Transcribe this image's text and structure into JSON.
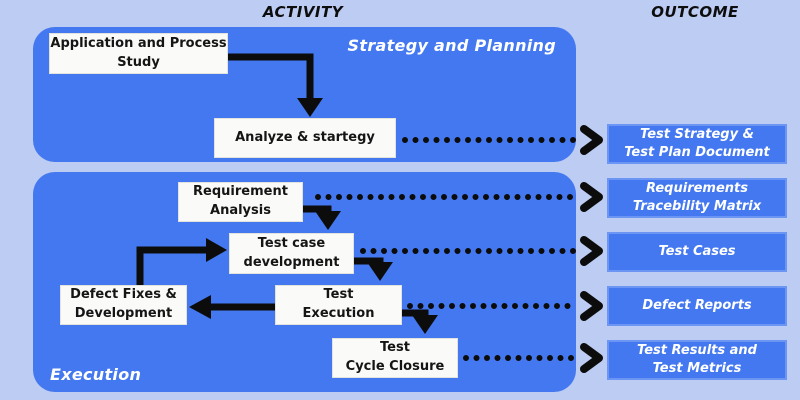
{
  "palette": {
    "background": "#bdccf2",
    "panel": "#4478f0",
    "node_fill": "#fafaf8",
    "node_text": "#151515",
    "outcome_text": "#ffffff",
    "arrow": "#0c0c0c"
  },
  "columns": {
    "activity": "ACTIVITY",
    "outcome": "OUTCOME"
  },
  "phases": [
    {
      "id": "strategy-and-planning",
      "label": "Strategy and Planning"
    },
    {
      "id": "execution",
      "label": "Execution"
    }
  ],
  "activity_nodes": [
    {
      "id": "app-process-study",
      "label": "Application and Process\nStudy"
    },
    {
      "id": "analyze-strategy",
      "label": "Analyze & startegy"
    },
    {
      "id": "requirement-analysis",
      "label": "Requirement\nAnalysis"
    },
    {
      "id": "test-case-development",
      "label": "Test case\ndevelopment"
    },
    {
      "id": "defect-fixes-development",
      "label": "Defect Fixes &\nDevelopment"
    },
    {
      "id": "test-execution",
      "label": "Test\nExecution"
    },
    {
      "id": "test-cycle-closure",
      "label": "Test\nCycle Closure"
    }
  ],
  "outcome_nodes": [
    {
      "id": "test-strategy-plan-doc",
      "label": "Test Strategy &\nTest Plan Document"
    },
    {
      "id": "requirements-traceability-matrix",
      "label": "Requirements\nTracebility Matrix"
    },
    {
      "id": "test-cases",
      "label": "Test Cases"
    },
    {
      "id": "defect-reports",
      "label": "Defect Reports"
    },
    {
      "id": "test-results-metrics",
      "label": "Test Results and\nTest Metrics"
    }
  ],
  "edges": [
    {
      "from": "app-process-study",
      "to": "analyze-strategy",
      "style": "solid"
    },
    {
      "from": "requirement-analysis",
      "to": "test-case-development",
      "style": "solid"
    },
    {
      "from": "test-case-development",
      "to": "test-execution",
      "style": "solid"
    },
    {
      "from": "test-execution",
      "to": "defect-fixes-development",
      "style": "solid"
    },
    {
      "from": "defect-fixes-development",
      "to": "test-case-development",
      "style": "solid"
    },
    {
      "from": "test-execution",
      "to": "test-cycle-closure",
      "style": "solid"
    },
    {
      "from": "analyze-strategy",
      "to": "test-strategy-plan-doc",
      "style": "dotted"
    },
    {
      "from": "requirement-analysis",
      "to": "requirements-traceability-matrix",
      "style": "dotted"
    },
    {
      "from": "test-case-development",
      "to": "test-cases",
      "style": "dotted"
    },
    {
      "from": "test-execution",
      "to": "defect-reports",
      "style": "dotted"
    },
    {
      "from": "test-cycle-closure",
      "to": "test-results-metrics",
      "style": "dotted"
    }
  ]
}
